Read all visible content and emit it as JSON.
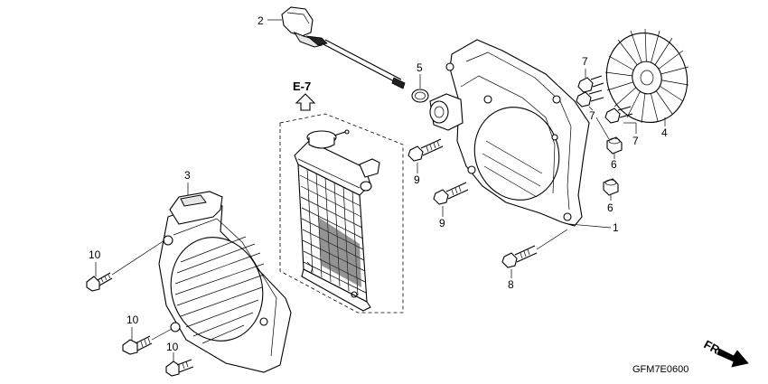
{
  "diagram": {
    "reference_label": "E-7",
    "direction_label": "FR.",
    "drawing_code": "GFM7E0600",
    "callouts": {
      "c2": "2",
      "c5": "5",
      "c3": "3",
      "c10a": "10",
      "c10b": "10",
      "c10c": "10",
      "c9a": "9",
      "c9b": "9",
      "c7a": "7",
      "c7b": "7",
      "c7c": "7",
      "c4": "4",
      "c6a": "6",
      "c6b": "6",
      "c1": "1",
      "c8": "8"
    }
  }
}
